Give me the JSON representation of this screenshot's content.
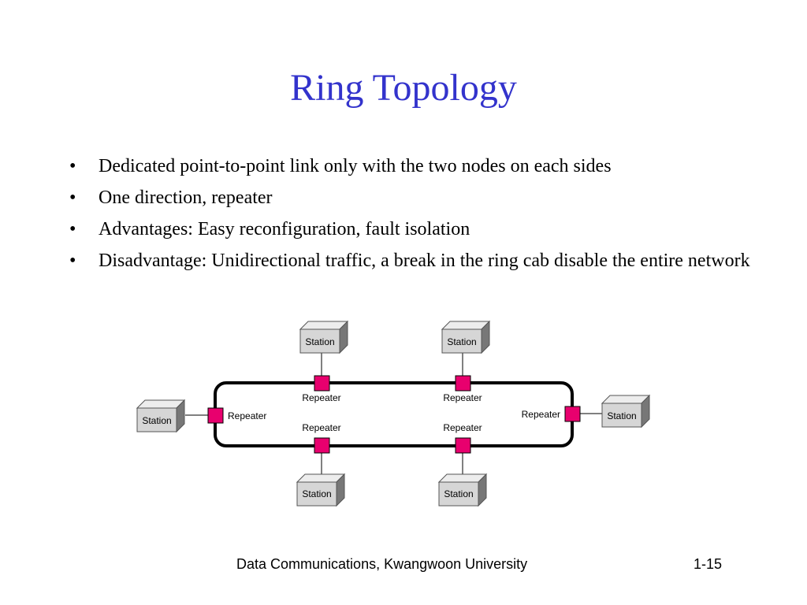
{
  "slide": {
    "title": "Ring Topology",
    "bullets": [
      "Dedicated point-to-point link only with the two nodes on each sides",
      "One direction, repeater",
      "Advantages: Easy reconfiguration, fault isolation",
      "Disadvantage: Unidirectional traffic, a break in the ring cab disable the entire network"
    ],
    "bullet_glyph": "•"
  },
  "diagram": {
    "station_label": "Station",
    "repeater_label": "Repeater",
    "repeater_color": "#e8006e"
  },
  "footer": {
    "center_text": "Data Communications, Kwangwoon University",
    "page_number": "1-15"
  }
}
